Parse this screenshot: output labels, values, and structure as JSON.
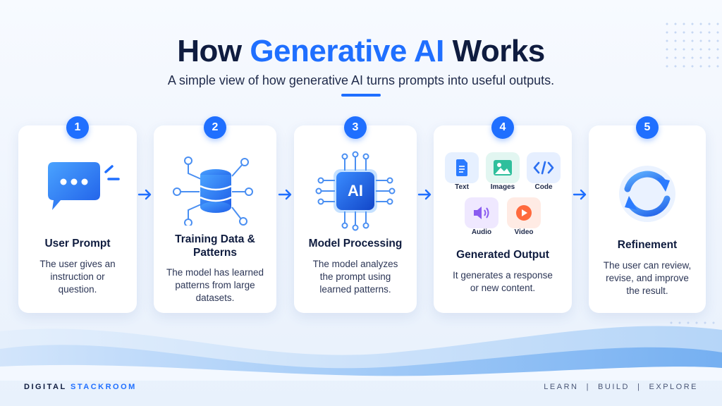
{
  "header": {
    "title_part1": "How ",
    "title_highlight": "Generative AI",
    "title_part2": " Works",
    "subtitle": "A simple view of how generative AI turns prompts into useful outputs."
  },
  "steps": [
    {
      "number": "1",
      "title": "User Prompt",
      "description": "The user gives an instruction or question."
    },
    {
      "number": "2",
      "title": "Training Data & Patterns",
      "description": "The model has learned patterns from large datasets."
    },
    {
      "number": "3",
      "title": "Model Processing",
      "chip_label": "AI",
      "description": "The model analyzes the prompt using learned patterns."
    },
    {
      "number": "4",
      "title": "Generated Output",
      "description": "It generates a response or new content.",
      "outputs": [
        "Text",
        "Images",
        "Code",
        "Audio",
        "Video"
      ]
    },
    {
      "number": "5",
      "title": "Refinement",
      "description": "The user can review, revise, and improve the result."
    }
  ],
  "footer": {
    "brand_part1": "DIGITAL ",
    "brand_part2": "STACKROOM",
    "tagline": "LEARN  |  BUILD  |  EXPLORE"
  },
  "colors": {
    "accent": "#1f6fff",
    "text_dark": "#0f1c3f"
  }
}
